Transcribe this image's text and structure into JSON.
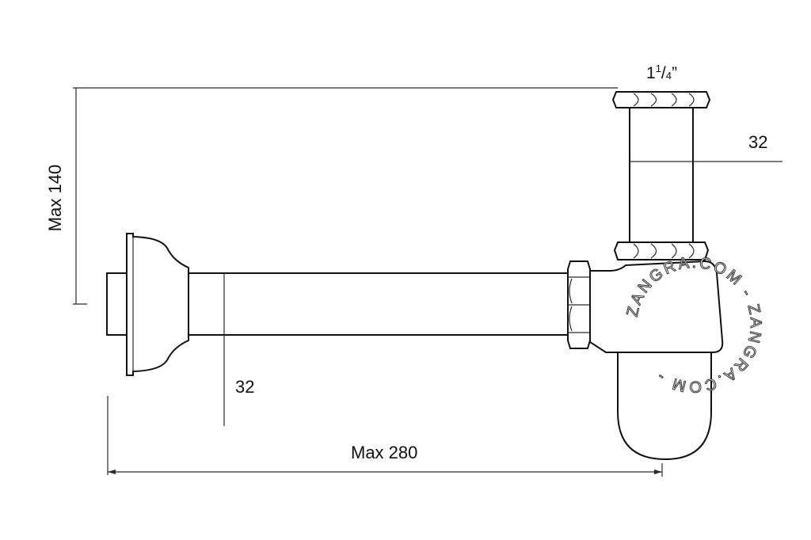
{
  "dimensions": {
    "max_height_label": "Max 140",
    "max_length_label": "Max 280",
    "pipe_diameter_bottom": "32",
    "pipe_diameter_top": "32",
    "thread": {
      "whole": "1",
      "numerator": "1",
      "denominator": "4",
      "inch_mark": "”"
    }
  },
  "watermark": {
    "text": "ZANGRA.COM - ZANGRA.COM -"
  },
  "colors": {
    "line": "#2a2a2a",
    "background": "#ffffff",
    "watermark": "#ffffff"
  }
}
